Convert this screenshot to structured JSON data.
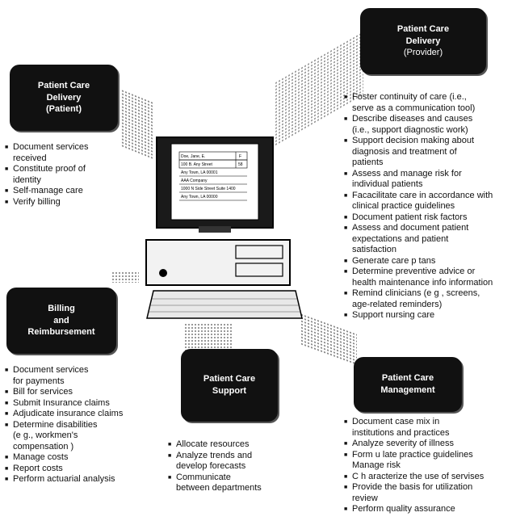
{
  "boxes": {
    "patient": {
      "line1": "Patient Care",
      "line2": "Delivery",
      "line3": "(Patient)"
    },
    "provider": {
      "line1": "Patient Care",
      "line2": "Delivery",
      "line3": "(Provider)"
    },
    "billing": {
      "line1": "Billing",
      "line2": "and",
      "line3": "Reimbursement"
    },
    "support": {
      "line1": "Patient Care",
      "line2": "Support"
    },
    "management": {
      "line1": "Patient Care",
      "line2": "Management"
    }
  },
  "patient_items": [
    "Document services\nreceived",
    "Constitute proof of\nidentity",
    "Self-manage care",
    "Verify billing"
  ],
  "provider_items": [
    "Foster continuity of care (i.e.,\nserve as a communication tool)",
    "Describe  diseases and causes\n(i.e., support diagnostic work)",
    "Support  decision making about\ndiagnosis and treatment of\npatients",
    "Assess and manage risk for\nindividual patients",
    "Facacilitate care in accordance with\nclinical practice guidelines",
    "Document patient risk factors",
    "Assess and document patient\nexpectations and patient\nsatisfaction",
    "Generate care p tans",
    "Determine preventive advice or\nhealth maintenance info information",
    "Remind clinicians (e g , screens,\nage-related  reminders)",
    "Support nursing care"
  ],
  "billing_items": [
    "Document  services\nfor payments",
    "Bill for services",
    "Submit Insurance claims",
    "Adjudicate insurance claims",
    "Determine disabilities\n(e g., workmen's\ncompensation  )",
    "Manage costs",
    "Report costs",
    "Perform actuarial analysis"
  ],
  "support_items": [
    "Allocate resources",
    "Analyze trends and\ndevelop forecasts",
    "Communicate\nbetween departments"
  ],
  "management_items": [
    "Document case mix in\ninstitutions and practices",
    "Analyze severity of illness",
    "Form u late practice guidelines\nManage risk",
    "C h aracterize the use of servises",
    "Provide the basis for utilization\nreview",
    "Perform  quality  assurance"
  ],
  "screen": {
    "name": "Doe, Jane, E.",
    "sex": "F",
    "address": "100 B. Any Street",
    "age": "58",
    "city": "Any Town, LA 00001",
    "company": "AAA Company",
    "company_address": "1000 N Side Street Suite 1400",
    "company_city": "Any Town, LA 00000"
  }
}
